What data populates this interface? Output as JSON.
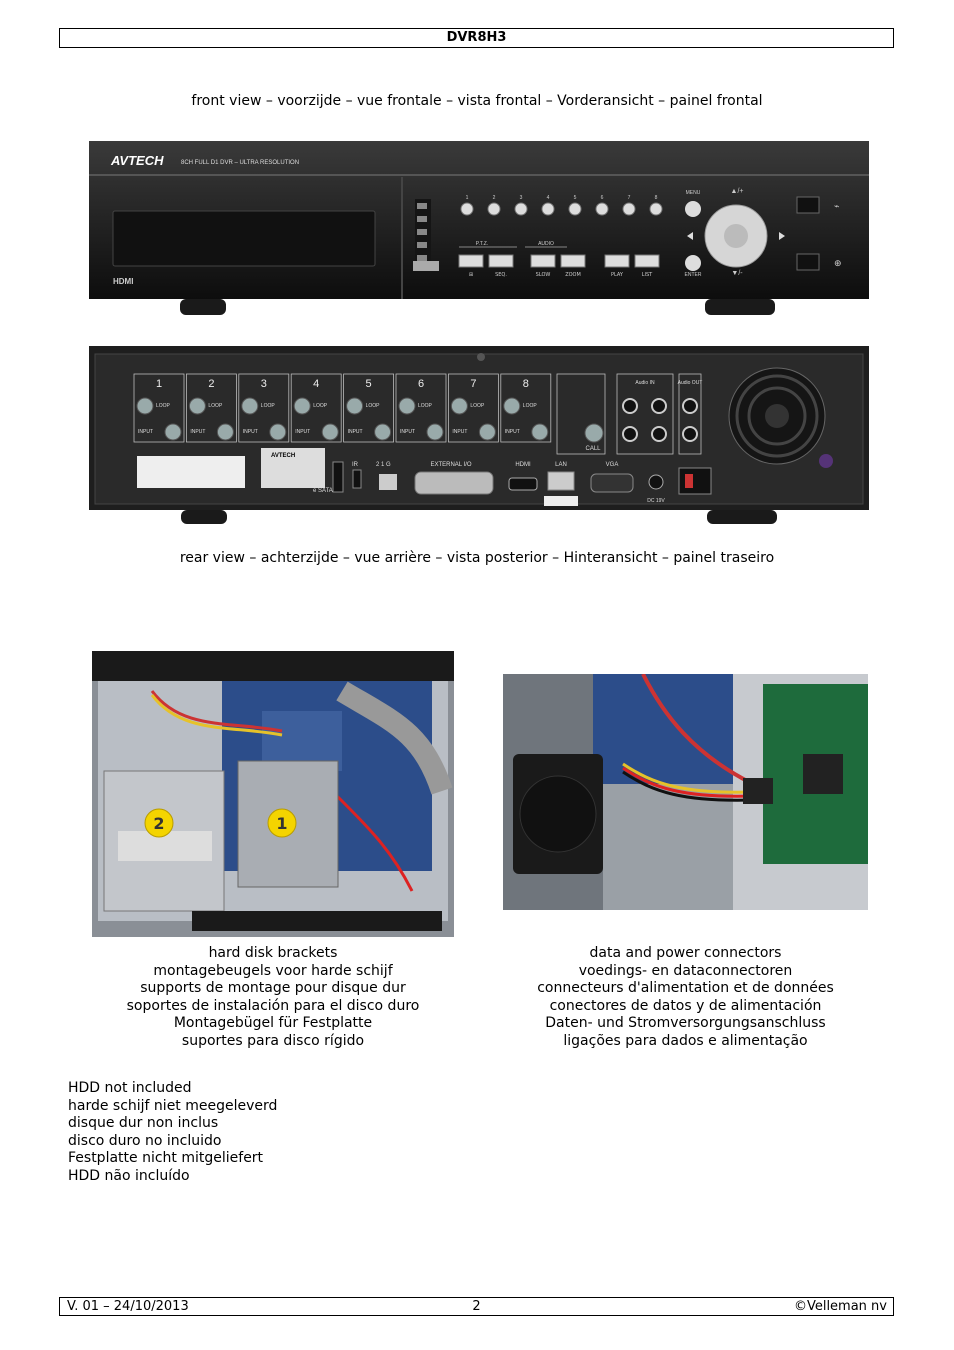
{
  "header": {
    "title": "DVR8H3"
  },
  "front": {
    "caption": "front view – voorzijde – vue frontale – vista frontal – Vorderansicht – painel frontal",
    "brand": "AVTECH",
    "model_text": "8CH FULL D1 DVR – ULTRA RESOLUTION",
    "hdmi": "HDMI",
    "buttons": [
      "1",
      "2",
      "3",
      "4",
      "5",
      "6",
      "7",
      "8"
    ],
    "group_ptz": "P.T.Z.",
    "group_audio": "AUDIO",
    "keys": [
      "⊞",
      "SEQ.",
      "SLOW",
      "ZOOM",
      "PLAY",
      "LIST"
    ],
    "menu": "MENU",
    "enter": "ENTER",
    "up": "▲/+",
    "down": "▼/-"
  },
  "rear": {
    "caption": "rear view – achterzijde – vue arrière – vista posterior – Hinteransicht – painel traseiro",
    "channels": [
      "1",
      "2",
      "3",
      "4",
      "5",
      "6",
      "7",
      "8"
    ],
    "loop": "LOOP",
    "input": "INPUT",
    "call": "CALL",
    "audio_in": "Audio IN",
    "audio_out": "Audio OUT",
    "esata": "e SATA",
    "ir": "IR",
    "pins": "2  1  G",
    "external_io": "EXTERNAL I/O",
    "hdmi": "HDMI",
    "lan": "LAN",
    "vga": "VGA",
    "dc": "DC 19V"
  },
  "brackets": {
    "lines": [
      "hard disk brackets",
      "montagebeugels voor harde schijf",
      "supports de montage pour disque dur",
      "soportes de instalación para el disco duro",
      "Montagebügel für Festplatte",
      "suportes para disco rígido"
    ],
    "label1": "1",
    "label2": "2"
  },
  "connectors": {
    "lines": [
      "data and power connectors",
      "voedings- en dataconnectoren",
      "connecteurs d'alimentation et de données",
      "conectores de datos y de alimentación",
      "Daten- und Stromversorgungsanschluss",
      "ligações para dados e alimentação"
    ]
  },
  "hdd_note": {
    "lines": [
      "HDD not included",
      "harde schijf niet meegeleverd",
      "disque dur non inclus",
      "disco duro no incluido",
      "Festplatte nicht mitgeliefert",
      "HDD não incluído"
    ]
  },
  "footer": {
    "version": "V. 01 – 24/10/2013",
    "page": "2",
    "copyright": "©Velleman nv"
  }
}
